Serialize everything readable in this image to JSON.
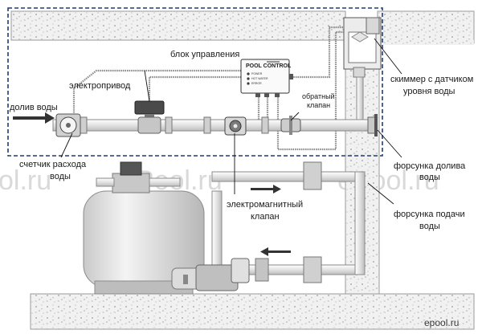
{
  "labels": {
    "control_unit": "блок управления",
    "actuator": "электропривод",
    "inlet": "долив воды",
    "check_valve_1": "обратный",
    "check_valve_2": "клапан",
    "skimmer_1": "скиммер с датчиком",
    "skimmer_2": "уровня воды",
    "meter_1": "счетчик расхода",
    "meter_2": "воды",
    "solenoid_1": "электромагнитный",
    "solenoid_2": "клапан",
    "refill_nozzle_1": "форсунка долива",
    "refill_nozzle_2": "воды",
    "supply_nozzle_1": "форсунка подачи",
    "supply_nozzle_2": "воды"
  },
  "device": {
    "title": "POOL CONTROL",
    "leds": [
      "POWER",
      "HOT WATER",
      "ERROR"
    ]
  },
  "watermarks": {
    "left": "ol.ru",
    "center": "ePool.ru",
    "right": "ePool.ru",
    "logo": "epool.ru"
  },
  "colors": {
    "dashed_frame": "#1f3d7a",
    "concrete": "#efefef",
    "pipe": "#d9d9d9",
    "cable": "#8c8c8c"
  }
}
